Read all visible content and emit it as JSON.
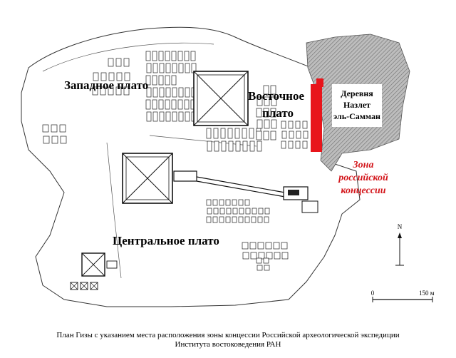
{
  "map": {
    "labels": {
      "west_plateau": "Западное плато",
      "east_plateau_1": "Восточное",
      "east_plateau_2": "плато",
      "central_plateau": "Центральное плато",
      "village_1": "Деревня",
      "village_2": "Назлет",
      "village_3": "эль-Самман",
      "zone_1": "Зона",
      "zone_2": "российской",
      "zone_3": "концессии"
    },
    "north_label": "N",
    "scale": {
      "zero": "0",
      "end": "150 м"
    },
    "colors": {
      "concession": "#e8151b",
      "village": "#9a9a9a",
      "lines": "#222222"
    }
  },
  "caption": {
    "line1": "План Гизы с указанием места расположения зоны концессии Российской археологической экспедиции",
    "line2": "Института востоковедения РАН"
  }
}
